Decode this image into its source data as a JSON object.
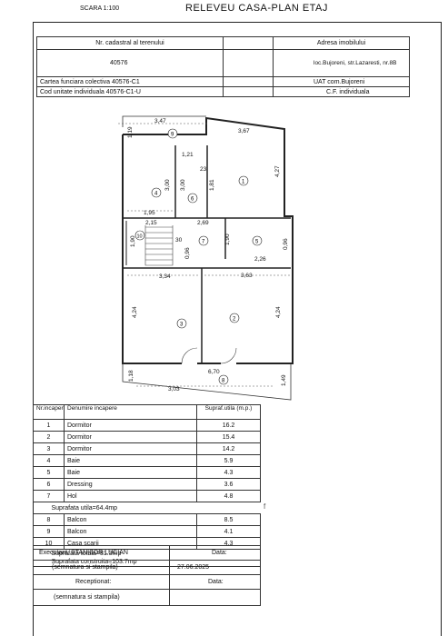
{
  "header": {
    "scale": "SCARA 1:100",
    "title": "RELEVEU CASA-PLAN ETAJ"
  },
  "id_table": {
    "cadastral_label": "Nr. cadastral al terenului",
    "address_label": "Adresa imobilului",
    "cadastral_value": "40576",
    "address_value": "loc.Bujoreni, str.Lazaresti, nr.8B",
    "carte_label": "Cartea funciara colectiva 40576-C1",
    "uat_label": "UAT com.Bujoreni",
    "cod_label": "Cod unitate individuala 40576-C1-U",
    "cf_label": "C.F. individuala"
  },
  "plan": {
    "dims": [
      "3,47",
      "1,19",
      "3,67",
      "4,27",
      "1,21",
      "23",
      "3,00",
      "3,00",
      "1,81",
      "1,95",
      "2,15",
      "2,69",
      "1,90",
      "30",
      "0,96",
      "1,90",
      "0,96",
      "2,26",
      "3,34",
      "3,63",
      "4,24",
      "4,24",
      "6,70",
      "1,18",
      "3,03",
      "1,49"
    ],
    "room_marks": [
      "9",
      "1",
      "4",
      "6",
      "10",
      "7",
      "5",
      "3",
      "2",
      "8"
    ]
  },
  "rooms": {
    "headers": {
      "nr": "Nr.incapere",
      "name": "Denumire incapere",
      "area": "Supraf.utila (m.p.)"
    },
    "rows": [
      {
        "nr": "1",
        "name": "Dormitor",
        "area": "16.2"
      },
      {
        "nr": "2",
        "name": "Dormitor",
        "area": "15.4"
      },
      {
        "nr": "3",
        "name": "Dormitor",
        "area": "14.2"
      },
      {
        "nr": "4",
        "name": "Baie",
        "area": "5.9"
      },
      {
        "nr": "5",
        "name": "Baie",
        "area": "4.3"
      },
      {
        "nr": "6",
        "name": "Dressing",
        "area": "3.6"
      },
      {
        "nr": "7",
        "name": "Hol",
        "area": "4.8"
      }
    ],
    "useful_total": "Suprafata utila=64.4mp",
    "rows2": [
      {
        "nr": "8",
        "name": "Balcon",
        "area": "8.5"
      },
      {
        "nr": "9",
        "name": "Balcon",
        "area": "4.1"
      },
      {
        "nr": "10",
        "name": "Casa scarii",
        "area": "4.3"
      }
    ],
    "total": "Suprafata totala=81.3mp",
    "built": "Suprafata construita=103.7mp"
  },
  "footer": {
    "executant": "Executant, STANISOR LUCIAN",
    "date_label": "Data:",
    "sign1": "(semnatura si stampila)",
    "date_value": "27.06.2025",
    "receptionat": "Receptionat:",
    "date_label2": "Data:",
    "sign2": "(semnatura si stampila)"
  },
  "mark": "f"
}
